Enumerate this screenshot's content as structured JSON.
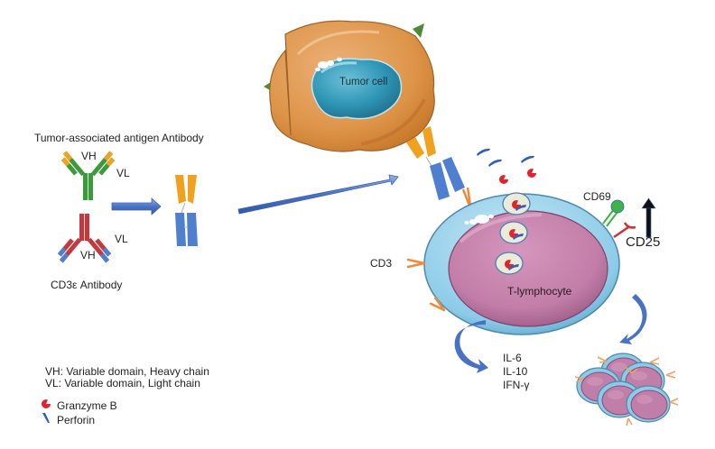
{
  "labels": {
    "tumor_antibody": "Tumor-associated antigen Antibody",
    "vh_top": "VH",
    "vl_top": "VL",
    "vl_bottom": "VL",
    "vh_bottom": "VH",
    "cd3_antibody": "CD3ε Antibody",
    "tumor_cell": "Tumor cell",
    "t_lymphocyte": "T-lymphocyte",
    "cd3": "CD3",
    "cd69": "CD69",
    "cd25": "CD25",
    "cytokines": [
      "IL-6",
      "IL-10",
      "IFN-γ"
    ]
  },
  "legend": {
    "vh_def": "VH: Variable domain, Heavy chain",
    "vl_def": "VL: Variable domain, Light chain",
    "granzyme": "Granzyme B",
    "perforin": "Perforin"
  },
  "colors": {
    "vh_orange": "#f0a21e",
    "tumor_ab_green": "#3c9a3c",
    "cd3_ab_red": "#c23a3e",
    "vl_blue": "#4f7fcf",
    "arrow_blue": "#4a72c4",
    "tumor_cyto": "#dd9448",
    "tumor_nucleus": "#2f96b6",
    "antigen_green": "#4e8a36",
    "t_membrane": "#8ccbe8",
    "t_nucleus": "#c27ea8",
    "granzyme_red": "#e0232e",
    "perforin_blue": "#2f5fb8",
    "cd69_green": "#3fb24a",
    "cd25_red": "#cc3438",
    "upregulation_arrow": "#111111"
  }
}
